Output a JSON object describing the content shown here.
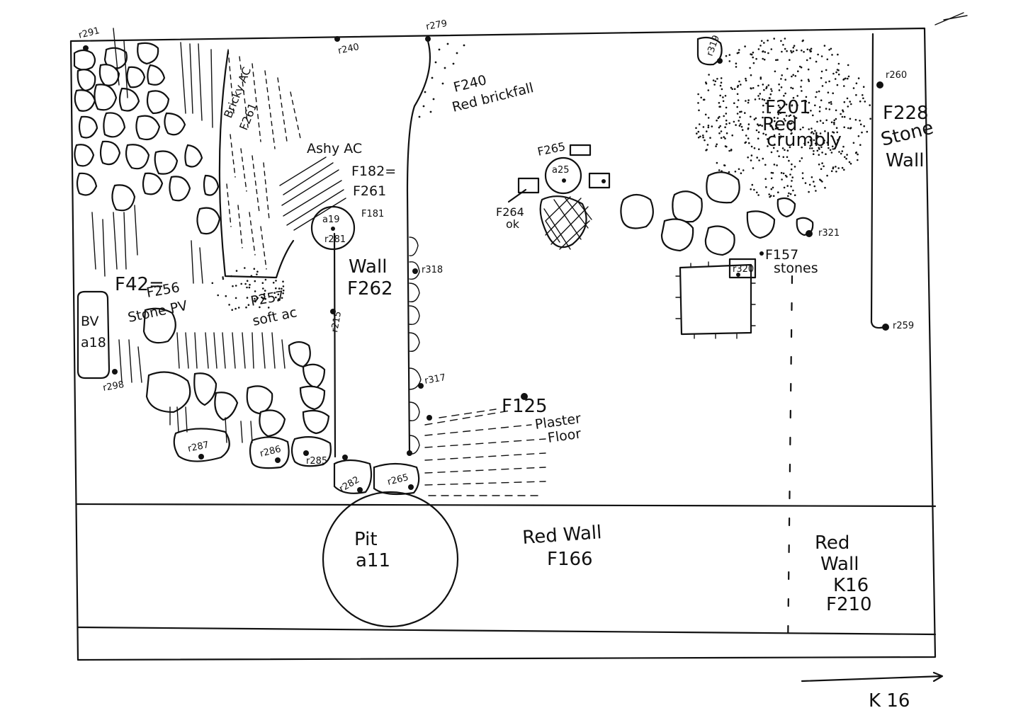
{
  "labels": {
    "r291": "r291",
    "r240": "r240",
    "r279": "r279",
    "r319": "r319",
    "f240": "F240",
    "red_brickfall": "Red brickfall",
    "bricky_ac": "Bricky AC",
    "f261_v": "F261",
    "ashy_ac": "Ashy AC",
    "f182": "F182=",
    "f261": "F261",
    "a19": "a19",
    "r281": "r281",
    "f181": "F181",
    "f265": "F265",
    "a25": "a25",
    "f264": "F264",
    "ok": "ok",
    "f201": "F201",
    "red": "Red",
    "crumbly": "crumbly",
    "r260": "r260",
    "f228": "F228",
    "stone": "Stone",
    "wall_f228": "Wall",
    "wall_f262": "Wall",
    "f262": "F262",
    "r318": "r318",
    "f42": "F42=",
    "f256": "F256",
    "stone_pv": "Stone PV",
    "p257": "P257",
    "soft_ac": "soft ac",
    "bv": "BV",
    "a18": "a18",
    "r298": "r298",
    "r215": "r215",
    "r321": "r321",
    "r320": "r320",
    "f157": "F157",
    "stones": "stones",
    "r259": "r259",
    "r317": "r317",
    "f125": "F125",
    "plaster": "Plaster",
    "floor": "Floor",
    "r287": "r287",
    "r286": "r286",
    "r285": "r285",
    "r282": "r282",
    "r265": "r265",
    "pit": "Pit",
    "a11": "a11",
    "red_wall": "Red Wall",
    "f166": "F166",
    "red_r": "Red",
    "wall_r": "Wall",
    "k16_r": "K16",
    "f210": "F210",
    "k16_corner": "K 16"
  },
  "colors": {
    "ink": "#111111",
    "paper": "#ffffff"
  }
}
